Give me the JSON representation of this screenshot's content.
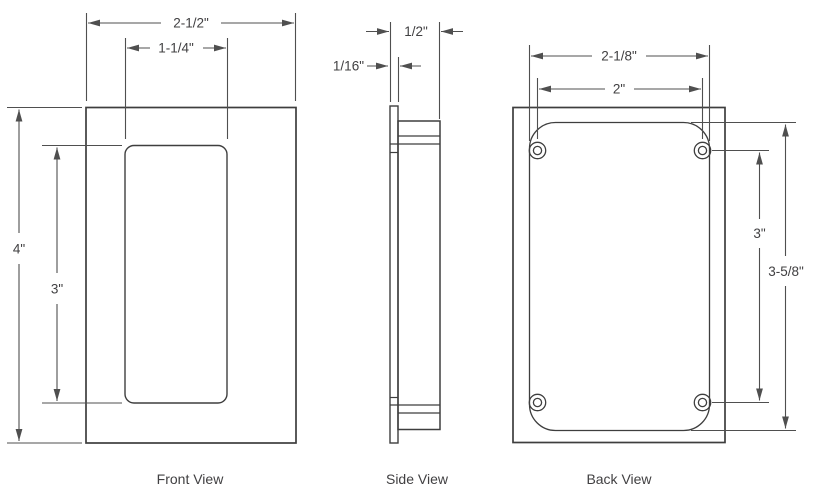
{
  "title": "Flush pull three-view dimensional drawing",
  "colors": {
    "background": "#ffffff",
    "part_line": "#3e3e3e",
    "dimension_line": "#4f4f4f",
    "text": "#414042"
  },
  "views": {
    "front": {
      "caption": "Front View",
      "dimensions": {
        "overall_width": "2-1/2\"",
        "recess_width": "1-1/4\"",
        "overall_height": "4\"",
        "recess_height": "3\""
      }
    },
    "side": {
      "caption": "Side View",
      "dimensions": {
        "overall_depth": "1/2\"",
        "flange_thickness": "1/16\""
      }
    },
    "back": {
      "caption": "Back View",
      "dimensions": {
        "back_plate_width": "2-1/8\"",
        "screw_hole_spacing_width": "2\"",
        "screw_hole_spacing_height": "3\"",
        "back_plate_height": "3-5/8\""
      }
    }
  }
}
